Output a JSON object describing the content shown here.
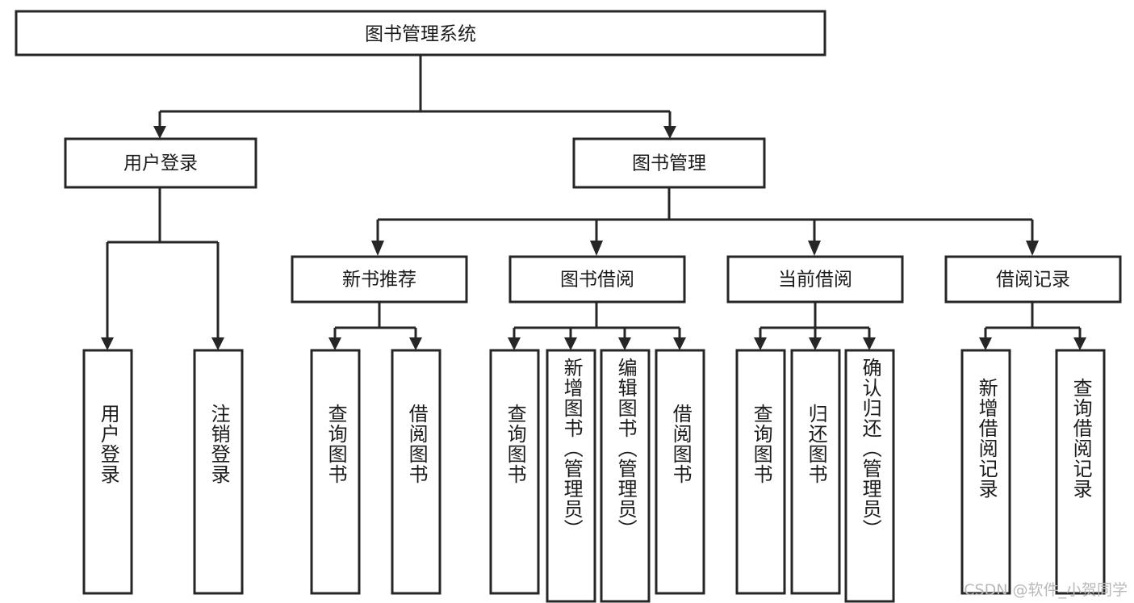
{
  "diagram": {
    "type": "tree-hierarchy",
    "title": "图书管理系统",
    "watermark": "CSDN @软件_小贺同学",
    "colors": {
      "box_stroke": "#262626",
      "box_fill": "#ffffff",
      "connector": "#262626",
      "text": "#1b1b1b",
      "watermark": "#b9b9b9",
      "background": "#ffffff"
    },
    "root": {
      "id": "root",
      "label": "图书管理系统",
      "orientation": "horizontal"
    },
    "level1": [
      {
        "id": "user-login",
        "label": "用户登录",
        "orientation": "horizontal"
      },
      {
        "id": "book-manage",
        "label": "图书管理",
        "orientation": "horizontal"
      }
    ],
    "level2": [
      {
        "id": "new-book-rec",
        "label": "新书推荐",
        "parent": "book-manage",
        "orientation": "horizontal"
      },
      {
        "id": "book-borrow",
        "label": "图书借阅",
        "parent": "book-manage",
        "orientation": "horizontal"
      },
      {
        "id": "current-borrow",
        "label": "当前借阅",
        "parent": "book-manage",
        "orientation": "horizontal"
      },
      {
        "id": "borrow-record",
        "label": "借阅记录",
        "parent": "book-manage",
        "orientation": "horizontal"
      }
    ],
    "leaves": [
      {
        "id": "leaf-user-login",
        "label": "用户登录",
        "parent": "user-login",
        "orientation": "vertical"
      },
      {
        "id": "leaf-user-logout",
        "label": "注销登录",
        "parent": "user-login",
        "orientation": "vertical"
      },
      {
        "id": "leaf-query-book-1",
        "label": "查询图书",
        "parent": "new-book-rec",
        "orientation": "vertical"
      },
      {
        "id": "leaf-borrow-book-1",
        "label": "借阅图书",
        "parent": "new-book-rec",
        "orientation": "vertical"
      },
      {
        "id": "leaf-query-book-2",
        "label": "查询图书",
        "parent": "book-borrow",
        "orientation": "vertical"
      },
      {
        "id": "leaf-add-book",
        "label": "新增图书（管理员）",
        "parent": "book-borrow",
        "orientation": "vertical"
      },
      {
        "id": "leaf-edit-book",
        "label": "编辑图书（管理员）",
        "parent": "book-borrow",
        "orientation": "vertical"
      },
      {
        "id": "leaf-borrow-book-2",
        "label": "借阅图书",
        "parent": "book-borrow",
        "orientation": "vertical"
      },
      {
        "id": "leaf-query-book-3",
        "label": "查询图书",
        "parent": "current-borrow",
        "orientation": "vertical"
      },
      {
        "id": "leaf-return-book",
        "label": "归还图书",
        "parent": "current-borrow",
        "orientation": "vertical"
      },
      {
        "id": "leaf-confirm-return",
        "label": "确认归还（管理员）",
        "parent": "current-borrow",
        "orientation": "vertical"
      },
      {
        "id": "leaf-add-record",
        "label": "新增借阅记录",
        "parent": "borrow-record",
        "orientation": "vertical"
      },
      {
        "id": "leaf-query-record",
        "label": "查询借阅记录",
        "parent": "borrow-record",
        "orientation": "vertical"
      }
    ]
  }
}
